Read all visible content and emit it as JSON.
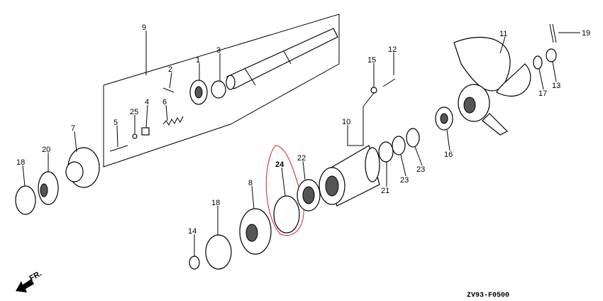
{
  "diagram": {
    "code": "ZV93-F0500",
    "front_indicator": "FR.",
    "highlight_color": "#d0202a",
    "labels": {
      "p9": "9",
      "p2": "2",
      "p1": "1",
      "p3": "3",
      "p4": "4",
      "p25": "25",
      "p6": "6",
      "p5": "5",
      "p7": "7",
      "p20": "20",
      "p18a": "18",
      "p8": "8",
      "p18b": "18",
      "p14": "14",
      "p24": "24",
      "p22": "22",
      "p10": "10",
      "p21": "21",
      "p23a": "23",
      "p23b": "23",
      "p15": "15",
      "p12": "12",
      "p16": "16",
      "p11": "11",
      "p17": "17",
      "p13": "13",
      "p19": "19"
    }
  }
}
